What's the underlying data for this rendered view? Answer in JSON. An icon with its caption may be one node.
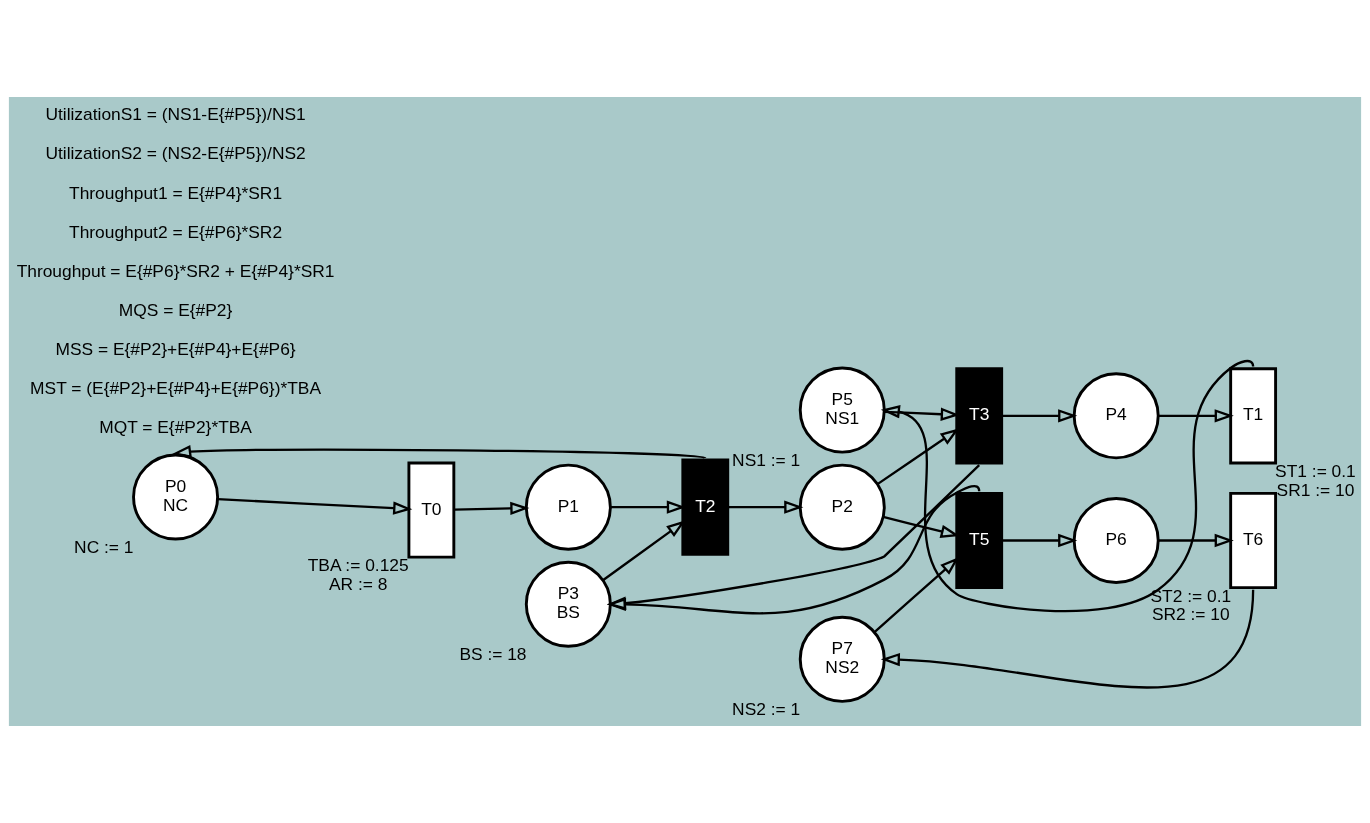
{
  "diagram": {
    "nodes": [
      {
        "text": [
          "P0",
          "NC"
        ],
        "beside": [
          "NC := 1"
        ]
      },
      {
        "text": [
          "T0"
        ],
        "beside": [
          "TBA := 0.125",
          "AR := 8"
        ]
      },
      {
        "text": [
          "P1"
        ]
      },
      {
        "text": [
          "T2"
        ]
      },
      {
        "text": [
          "P2"
        ]
      },
      {
        "text": [
          "T3"
        ]
      },
      {
        "text": [
          "P4"
        ]
      },
      {
        "text": [
          "T1"
        ],
        "beside": [
          "ST1 := 0.1",
          "SR1 := 10"
        ]
      },
      {
        "text": [
          "P5",
          "NS1"
        ],
        "beside": [
          "NS1 := 1"
        ]
      },
      {
        "text": [
          "P3",
          "BS"
        ],
        "beside": [
          "BS := 18"
        ]
      },
      {
        "text": [
          "T5"
        ]
      },
      {
        "text": [
          "P6"
        ]
      },
      {
        "text": [
          "T6"
        ],
        "beside": [
          "ST2 := 0.1",
          "SR2 := 10"
        ]
      },
      {
        "text": [
          "P7",
          "NS2"
        ],
        "beside": [
          "NS2 := 1"
        ]
      }
    ],
    "edges": [
      {
        "from": 0,
        "to": 1,
        "arrow": "to"
      },
      {
        "from": 1,
        "to": 2,
        "arrow": "to"
      },
      {
        "from": 2,
        "to": 3,
        "arrow": "to"
      },
      {
        "from": 3,
        "to": 0,
        "arrow": "to"
      },
      {
        "from": 3,
        "to": 4,
        "arrow": "to"
      },
      {
        "from": 9,
        "to": 3,
        "arrow": "to"
      },
      {
        "from": 4,
        "to": 5,
        "arrow": "to"
      },
      {
        "from": 5,
        "to": 6,
        "arrow": "to"
      },
      {
        "from": 8,
        "to": 5,
        "arrow": "to"
      },
      {
        "from": 6,
        "to": 7,
        "arrow": "to"
      },
      {
        "from": 7,
        "to": 8,
        "arrow": "to"
      },
      {
        "from": 5,
        "to": 9,
        "arrow": "to"
      },
      {
        "from": 10,
        "to": 9,
        "arrow": "to"
      },
      {
        "from": 4,
        "to": 10,
        "arrow": "to"
      },
      {
        "from": 10,
        "to": 11,
        "arrow": "to"
      },
      {
        "from": 11,
        "to": 12,
        "arrow": "to"
      },
      {
        "from": 12,
        "to": 13,
        "arrow": "to"
      },
      {
        "from": 13,
        "to": 10,
        "arrow": "to"
      }
    ],
    "labels": [
      "UtilizationS1 = (NS1-E{#P5})/NS1",
      "UtilizationS2 = (NS2-E{#P5})/NS2",
      "Throughput1 = E{#P4}*SR1",
      "Throughput2 = E{#P6}*SR2",
      "Throughput = E{#P6}*SR2 + E{#P4}*SR1",
      "MQS = E{#P2}",
      "MSS = E{#P2}+E{#P4}+E{#P6}",
      "MST = (E{#P2}+E{#P4}+E{#P6})*TBA",
      "MQT = E{#P2}*TBA"
    ]
  }
}
